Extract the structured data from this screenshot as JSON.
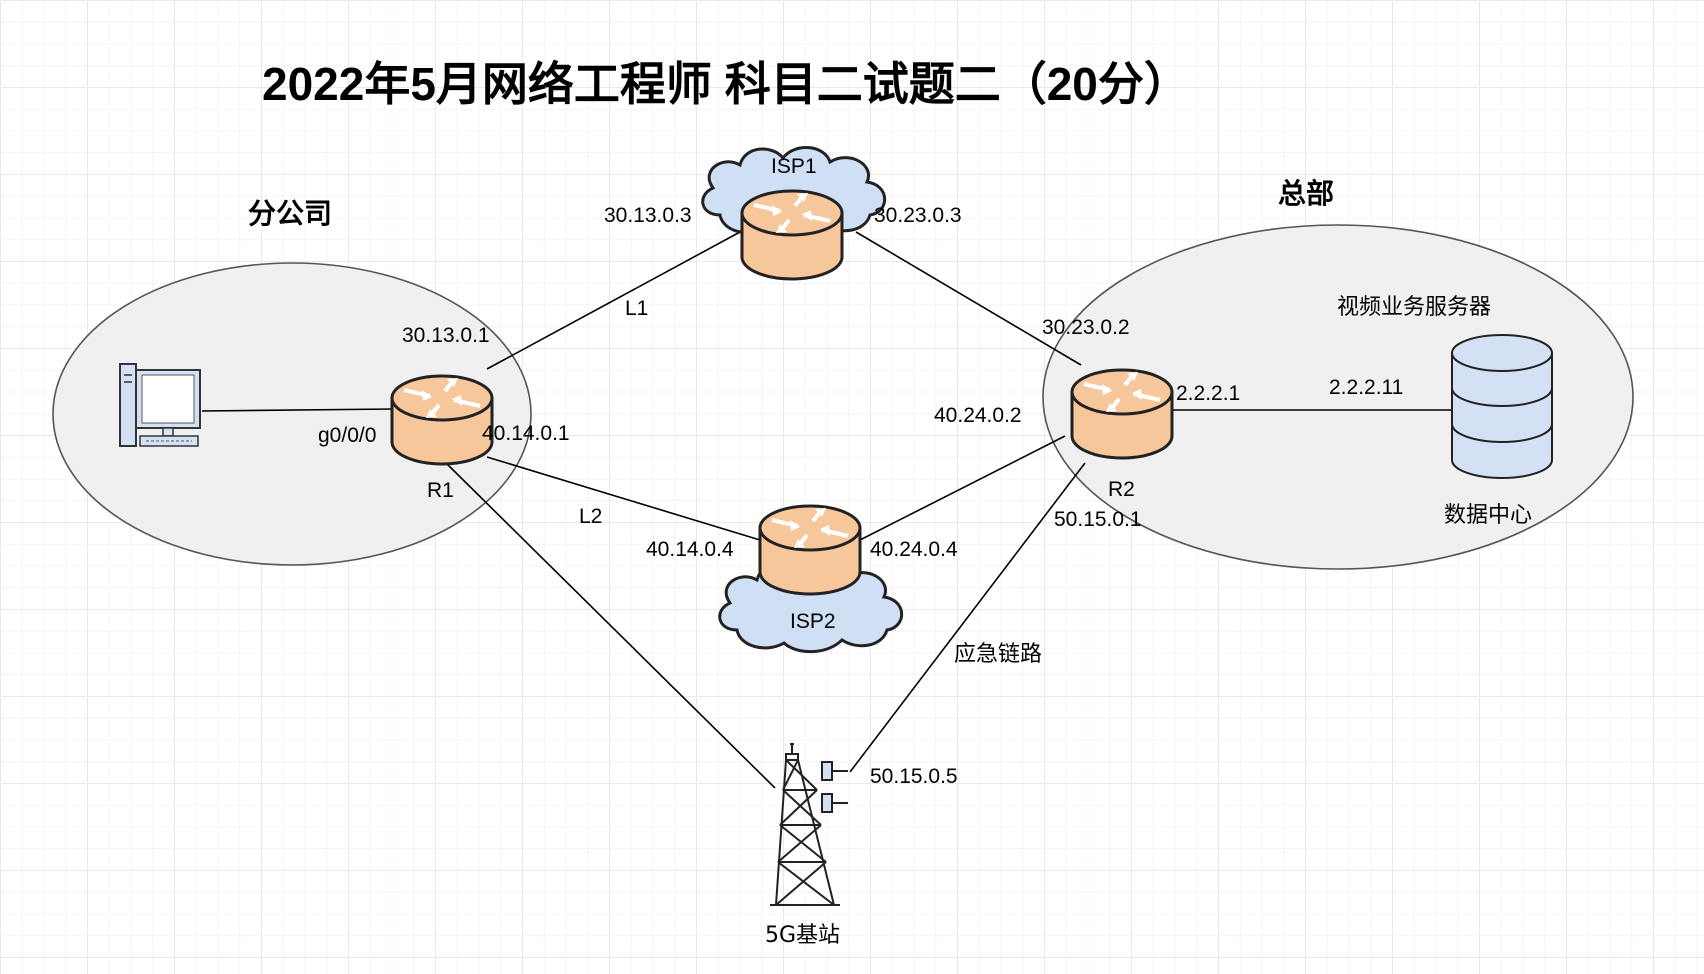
{
  "title": "2022年5月网络工程师 科目二试题二（20分）",
  "regions": {
    "branch": "分公司",
    "hq": "总部"
  },
  "nodes": {
    "isp1": "ISP1",
    "isp2": "ISP2",
    "r1": "R1",
    "r2": "R2",
    "video_server": "视频业务服务器",
    "data_center": "数据中心",
    "base_station": "5G基站"
  },
  "links": {
    "l1": "L1",
    "l2": "L2",
    "emergency": "应急链路"
  },
  "addresses": {
    "isp1_left": "30.13.0.3",
    "isp1_right": "30.23.0.3",
    "r1_l1": "30.13.0.1",
    "r1_lan": "g0/0/0",
    "r1_l2": "40.14.0.1",
    "r2_l1": "30.23.0.2",
    "r2_l2": "40.24.0.2",
    "r2_lan": "2.2.2.1",
    "server": "2.2.2.11",
    "r2_5g": "50.15.0.1",
    "isp2_left": "40.14.0.4",
    "isp2_right": "40.24.0.4",
    "base_station": "50.15.0.5"
  },
  "colors": {
    "router_fill": "#f7c79c",
    "cloud_fill": "#cfe0f5",
    "database_fill": "#d4e1f5",
    "zone_fill": "#f0f0f0"
  },
  "icons": {
    "router": "router-icon",
    "cloud": "cloud-icon",
    "computer": "computer-icon",
    "database": "database-icon",
    "tower": "cell-tower-icon"
  }
}
